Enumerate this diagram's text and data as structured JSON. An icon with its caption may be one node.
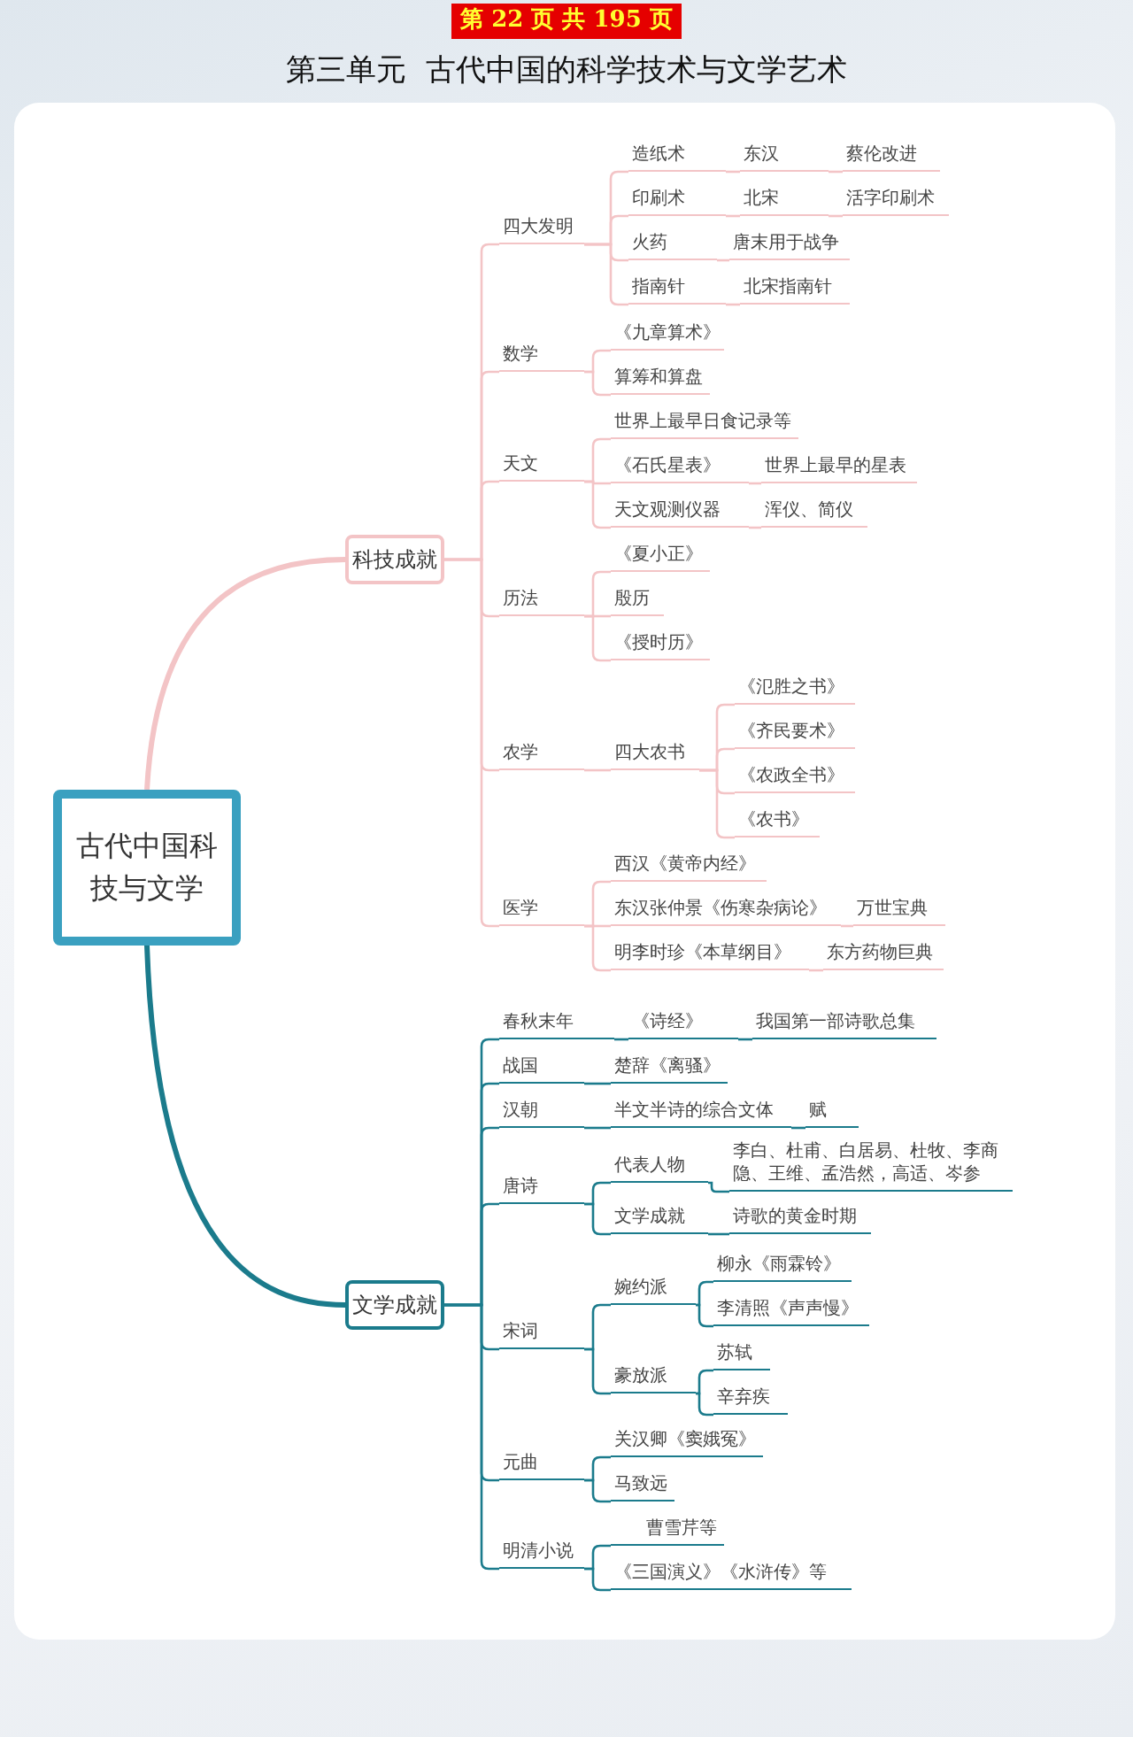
{
  "diagram": {
    "title": "第三单元  古代中国的科学技术与文学艺术",
    "nodes": [
      {
        "text": [
          "古代中国科技与文学"
        ]
      },
      {
        "text": [
          "科技成就"
        ]
      },
      {
        "text": [
          "四大发明"
        ]
      },
      {
        "text": [
          "造纸术"
        ]
      },
      {
        "text": [
          "东汉"
        ]
      },
      {
        "text": [
          "蔡伦改进"
        ]
      },
      {
        "text": [
          "印刷术"
        ]
      },
      {
        "text": [
          "北宋"
        ]
      },
      {
        "text": [
          "活字印刷术"
        ]
      },
      {
        "text": [
          "火药"
        ]
      },
      {
        "text": [
          "唐末用于战争"
        ]
      },
      {
        "text": [
          "指南针"
        ]
      },
      {
        "text": [
          "北宋指南针"
        ]
      },
      {
        "text": [
          "数学"
        ]
      },
      {
        "text": [
          "《九章算术》"
        ]
      },
      {
        "text": [
          "算筹和算盘"
        ]
      },
      {
        "text": [
          "天文"
        ]
      },
      {
        "text": [
          "世界上最早日食记录等"
        ]
      },
      {
        "text": [
          "《石氏星表》"
        ]
      },
      {
        "text": [
          "世界上最早的星表"
        ]
      },
      {
        "text": [
          "天文观测仪器"
        ]
      },
      {
        "text": [
          "浑仪、简仪"
        ]
      },
      {
        "text": [
          "历法"
        ]
      },
      {
        "text": [
          "《夏小正》"
        ]
      },
      {
        "text": [
          "殷历"
        ]
      },
      {
        "text": [
          "《授时历》"
        ]
      },
      {
        "text": [
          "农学"
        ]
      },
      {
        "text": [
          "四大农书"
        ]
      },
      {
        "text": [
          "《氾胜之书》"
        ]
      },
      {
        "text": [
          "《齐民要术》"
        ]
      },
      {
        "text": [
          "《农政全书》"
        ]
      },
      {
        "text": [
          "《农书》"
        ]
      },
      {
        "text": [
          "医学"
        ]
      },
      {
        "text": [
          "西汉《黄帝内经》"
        ]
      },
      {
        "text": [
          "东汉张仲景《伤寒杂病论》"
        ]
      },
      {
        "text": [
          "万世宝典"
        ]
      },
      {
        "text": [
          "明李时珍《本草纲目》"
        ]
      },
      {
        "text": [
          "东方药物巨典"
        ]
      },
      {
        "text": [
          "文学成就"
        ]
      },
      {
        "text": [
          "春秋末年"
        ]
      },
      {
        "text": [
          "《诗经》"
        ]
      },
      {
        "text": [
          "我国第一部诗歌总集"
        ]
      },
      {
        "text": [
          "战国"
        ]
      },
      {
        "text": [
          "楚辞《离骚》"
        ]
      },
      {
        "text": [
          "汉朝"
        ]
      },
      {
        "text": [
          "半文半诗的综合文体"
        ]
      },
      {
        "text": [
          "赋"
        ]
      },
      {
        "text": [
          "唐诗"
        ]
      },
      {
        "text": [
          "代表人物"
        ]
      },
      {
        "text": [
          "李白、杜甫、白居易、杜牧、李商隐、王维、孟浩然，高适、岑参"
        ]
      },
      {
        "text": [
          "文学成就"
        ]
      },
      {
        "text": [
          "诗歌的黄金时期"
        ]
      },
      {
        "text": [
          "宋词"
        ]
      },
      {
        "text": [
          "婉约派"
        ]
      },
      {
        "text": [
          "柳永《雨霖铃》"
        ]
      },
      {
        "text": [
          "李清照《声声慢》"
        ]
      },
      {
        "text": [
          "豪放派"
        ]
      },
      {
        "text": [
          "苏轼"
        ]
      },
      {
        "text": [
          "辛弃疾"
        ]
      },
      {
        "text": [
          "元曲"
        ]
      },
      {
        "text": [
          "关汉卿《窦娥冤》"
        ]
      },
      {
        "text": [
          "马致远"
        ]
      },
      {
        "text": [
          "明清小说"
        ]
      },
      {
        "text": [
          "曹雪芹等"
        ]
      },
      {
        "text": [
          "《三国演义》《水浒传》等"
        ]
      }
    ],
    "edges": [
      {
        "from": 0,
        "to": 1,
        "arrow": "none",
        "style": "thick"
      },
      {
        "from": 0,
        "to": 38,
        "arrow": "none",
        "style": "thick",
        "color": "#1b7b8c"
      },
      {
        "from": 1,
        "to": 2,
        "arrow": "none"
      },
      {
        "from": 1,
        "to": 13,
        "arrow": "none"
      },
      {
        "from": 1,
        "to": 16,
        "arrow": "none"
      },
      {
        "from": 1,
        "to": 22,
        "arrow": "none"
      },
      {
        "from": 1,
        "to": 26,
        "arrow": "none"
      },
      {
        "from": 1,
        "to": 32,
        "arrow": "none"
      },
      {
        "from": 2,
        "to": 3,
        "arrow": "none"
      },
      {
        "from": 2,
        "to": 6,
        "arrow": "none"
      },
      {
        "from": 2,
        "to": 9,
        "arrow": "none"
      },
      {
        "from": 2,
        "to": 11,
        "arrow": "none"
      },
      {
        "from": 3,
        "to": 4,
        "arrow": "none"
      },
      {
        "from": 4,
        "to": 5,
        "arrow": "none"
      },
      {
        "from": 6,
        "to": 7,
        "arrow": "none"
      },
      {
        "from": 7,
        "to": 8,
        "arrow": "none"
      },
      {
        "from": 9,
        "to": 10,
        "arrow": "none"
      },
      {
        "from": 11,
        "to": 12,
        "arrow": "none"
      },
      {
        "from": 13,
        "to": 14,
        "arrow": "none"
      },
      {
        "from": 13,
        "to": 15,
        "arrow": "none"
      },
      {
        "from": 16,
        "to": 17,
        "arrow": "none"
      },
      {
        "from": 16,
        "to": 18,
        "arrow": "none"
      },
      {
        "from": 16,
        "to": 20,
        "arrow": "none"
      },
      {
        "from": 18,
        "to": 19,
        "arrow": "none"
      },
      {
        "from": 20,
        "to": 21,
        "arrow": "none"
      },
      {
        "from": 22,
        "to": 23,
        "arrow": "none"
      },
      {
        "from": 22,
        "to": 24,
        "arrow": "none"
      },
      {
        "from": 22,
        "to": 25,
        "arrow": "none"
      },
      {
        "from": 26,
        "to": 27,
        "arrow": "none"
      },
      {
        "from": 27,
        "to": 28,
        "arrow": "none"
      },
      {
        "from": 27,
        "to": 29,
        "arrow": "none"
      },
      {
        "from": 27,
        "to": 30,
        "arrow": "none"
      },
      {
        "from": 27,
        "to": 31,
        "arrow": "none"
      },
      {
        "from": 32,
        "to": 33,
        "arrow": "none"
      },
      {
        "from": 32,
        "to": 34,
        "arrow": "none"
      },
      {
        "from": 32,
        "to": 36,
        "arrow": "none"
      },
      {
        "from": 34,
        "to": 35,
        "arrow": "none"
      },
      {
        "from": 36,
        "to": 37,
        "arrow": "none"
      },
      {
        "from": 38,
        "to": 39,
        "arrow": "none",
        "color": "#1b7b8c"
      },
      {
        "from": 38,
        "to": 42,
        "arrow": "none",
        "color": "#1b7b8c"
      },
      {
        "from": 38,
        "to": 44,
        "arrow": "none",
        "color": "#1b7b8c"
      },
      {
        "from": 38,
        "to": 47,
        "arrow": "none",
        "color": "#1b7b8c"
      },
      {
        "from": 38,
        "to": 52,
        "arrow": "none",
        "color": "#1b7b8c"
      },
      {
        "from": 38,
        "to": 59,
        "arrow": "none",
        "color": "#1b7b8c"
      },
      {
        "from": 38,
        "to": 62,
        "arrow": "none",
        "color": "#1b7b8c"
      },
      {
        "from": 39,
        "to": 40,
        "arrow": "none",
        "color": "#1b7b8c"
      },
      {
        "from": 40,
        "to": 41,
        "arrow": "none",
        "color": "#1b7b8c"
      },
      {
        "from": 42,
        "to": 43,
        "arrow": "none",
        "color": "#1b7b8c"
      },
      {
        "from": 44,
        "to": 45,
        "arrow": "none",
        "color": "#1b7b8c"
      },
      {
        "from": 45,
        "to": 46,
        "arrow": "none",
        "color": "#1b7b8c"
      },
      {
        "from": 47,
        "to": 48,
        "arrow": "none",
        "color": "#1b7b8c"
      },
      {
        "from": 47,
        "to": 50,
        "arrow": "none",
        "color": "#1b7b8c"
      },
      {
        "from": 48,
        "to": 49,
        "arrow": "none",
        "color": "#1b7b8c"
      },
      {
        "from": 50,
        "to": 51,
        "arrow": "none",
        "color": "#1b7b8c"
      },
      {
        "from": 52,
        "to": 53,
        "arrow": "none",
        "color": "#1b7b8c"
      },
      {
        "from": 52,
        "to": 56,
        "arrow": "none",
        "color": "#1b7b8c"
      },
      {
        "from": 53,
        "to": 54,
        "arrow": "none",
        "color": "#1b7b8c"
      },
      {
        "from": 53,
        "to": 55,
        "arrow": "none",
        "color": "#1b7b8c"
      },
      {
        "from": 56,
        "to": 57,
        "arrow": "none",
        "color": "#1b7b8c"
      },
      {
        "from": 56,
        "to": 58,
        "arrow": "none",
        "color": "#1b7b8c"
      },
      {
        "from": 59,
        "to": 60,
        "arrow": "none",
        "color": "#1b7b8c"
      },
      {
        "from": 59,
        "to": 61,
        "arrow": "none",
        "color": "#1b7b8c"
      },
      {
        "from": 62,
        "to": 63,
        "arrow": "none",
        "color": "#1b7b8c"
      },
      {
        "from": 62,
        "to": 64,
        "arrow": "none",
        "color": "#1b7b8c"
      }
    ],
    "labels": [
      "第 22 页 共 195 页"
    ]
  }
}
